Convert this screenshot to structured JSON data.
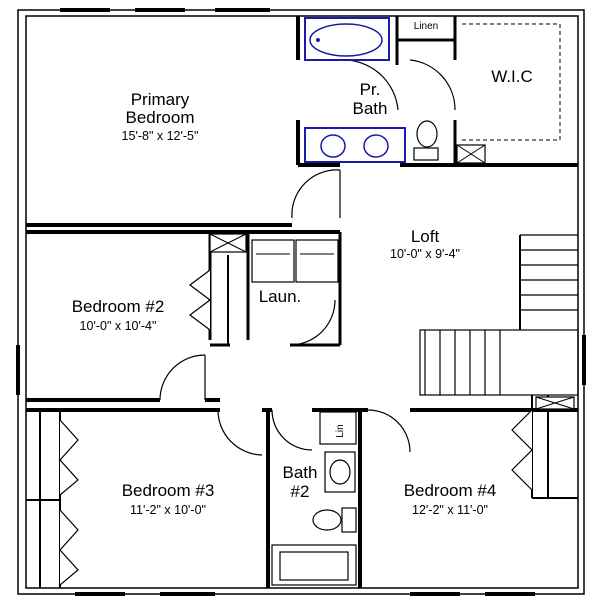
{
  "rooms": {
    "primary_bedroom": {
      "name_line1": "Primary",
      "name_line2": "Bedroom",
      "dims": "15'-8\" x 12'-5\""
    },
    "primary_bath": {
      "name_line1": "Pr.",
      "name_line2": "Bath"
    },
    "linen_top": {
      "name": "Linen"
    },
    "wic": {
      "name": "W.I.C"
    },
    "loft": {
      "name": "Loft",
      "dims": "10'-0\" x 9'-4\""
    },
    "bedroom2": {
      "name": "Bedroom #2",
      "dims": "10'-0\" x 10'-4\""
    },
    "laundry": {
      "name": "Laun."
    },
    "bedroom3": {
      "name": "Bedroom #3",
      "dims": "11'-2\" x 10'-0\""
    },
    "bath2": {
      "name_line1": "Bath",
      "name_line2": "#2"
    },
    "linen_small": {
      "name": "Lin"
    },
    "bedroom4": {
      "name": "Bedroom #4",
      "dims": "12'-2\" x 11'-0\""
    }
  },
  "colors": {
    "walls": "#000000",
    "plumbing_fixtures": "#1a1aa8",
    "background": "#ffffff"
  }
}
